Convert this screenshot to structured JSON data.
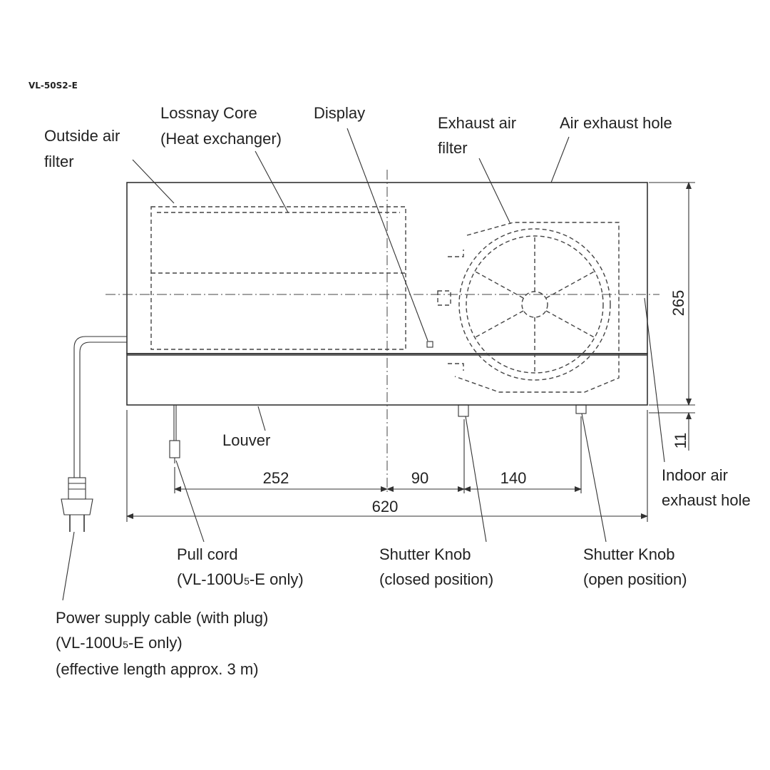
{
  "model": "VL-50S2-E",
  "labels": {
    "outside_air_filter": [
      "Outside air",
      "filter"
    ],
    "lossnay_core": [
      "Lossnay Core",
      "(Heat exchanger)"
    ],
    "display": "Display",
    "exhaust_air_filter": [
      "Exhaust air",
      "filter"
    ],
    "air_exhaust_hole": "Air exhaust hole",
    "louver": "Louver",
    "indoor_air_exhaust_hole": [
      "Indoor air",
      "exhaust hole"
    ],
    "pull_cord": [
      "Pull cord",
      "(VL-100U",
      "5",
      "-E only)"
    ],
    "shutter_knob_closed": [
      "Shutter Knob",
      "(closed position)"
    ],
    "shutter_knob_open": [
      "Shutter Knob",
      "(open position)"
    ],
    "power_supply_cable": [
      "Power supply cable (with plug)",
      "(VL-100U",
      "5",
      "-E only)",
      "(effective length approx. 3 m)"
    ]
  },
  "dimensions": {
    "d252": "252",
    "d90": "90",
    "d140": "140",
    "d620": "620",
    "d265": "265",
    "d11": "11"
  }
}
